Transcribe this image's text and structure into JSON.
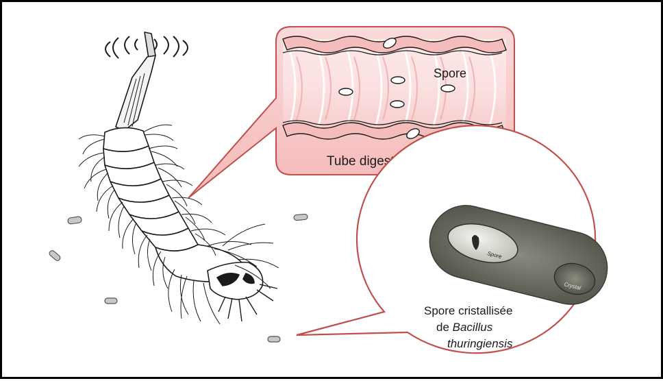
{
  "figure": {
    "callout_gut": {
      "spore_label": "Spore",
      "gut_label": "Tube digestif"
    },
    "callout_cell": {
      "micro_spore_label": "Spore",
      "micro_crystal_label": "Crystal",
      "caption_line1": "Spore cristallisée",
      "caption_line2_prefix": "de ",
      "caption_line2_italic": "Bacillus",
      "caption_line3_italic": "thuringiensis"
    },
    "colors": {
      "callout_fill": "#f7c6c6",
      "callout_border": "#c0504d",
      "gut_wall": "#f2b3b3",
      "ink": "#1a1a1a"
    }
  }
}
